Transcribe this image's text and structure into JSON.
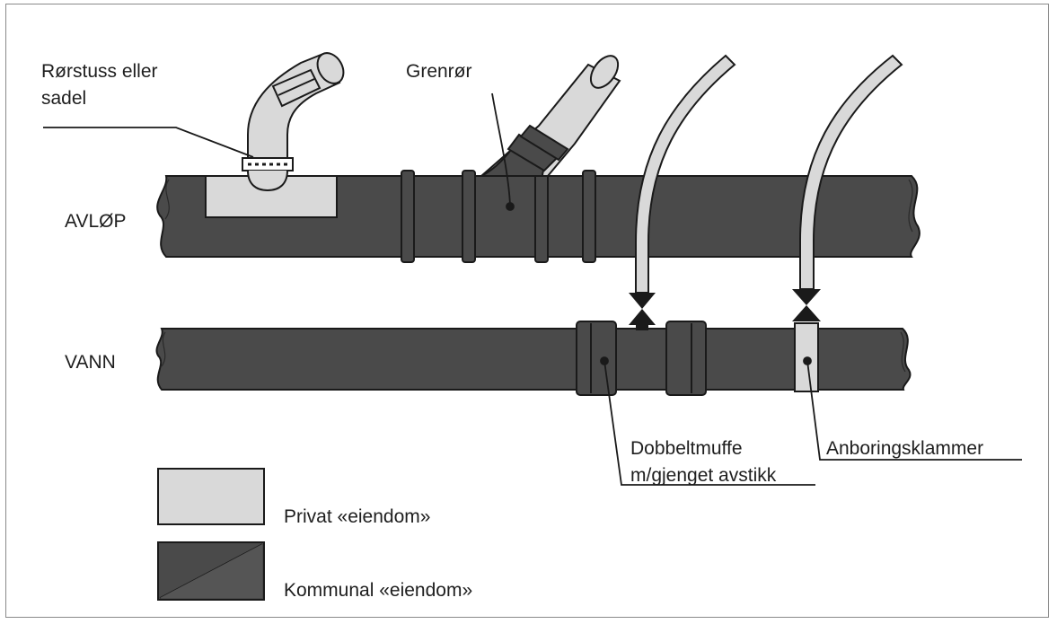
{
  "labels": {
    "saddle_line1": "Rørstuss eller",
    "saddle_line2": "sadel",
    "branch": "Grenrør",
    "sewer": "AVLØP",
    "water": "VANN",
    "coupling_line1": "Dobbeltmuffe",
    "coupling_line2": "m/gjenget avstikk",
    "clamp": "Anboringsklammer"
  },
  "legend": {
    "private": "Privat «eiendom»",
    "municipal": "Kommunal «eiendom»"
  },
  "colors": {
    "municipal_pipe": "#4a4a4a",
    "private_part": "#d9d9d9",
    "outline": "#1a1a1a"
  }
}
